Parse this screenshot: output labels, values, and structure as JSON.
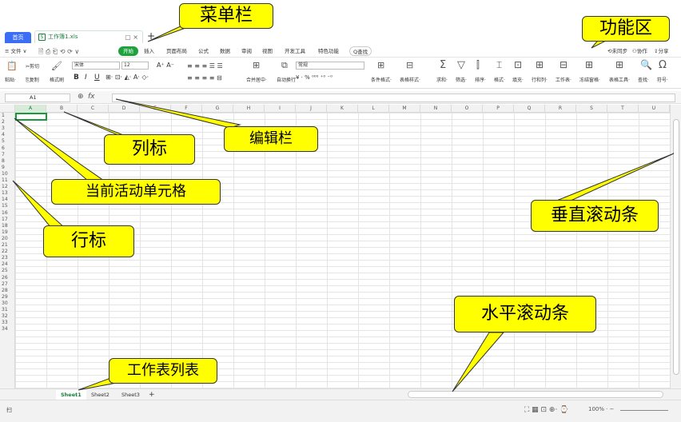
{
  "titlebar": {
    "home_tab": "首页",
    "doc_tab": "工作簿1.xls",
    "doc_icon": "S",
    "tab_controls": "▢ ×",
    "new_tab": "+"
  },
  "menubar": {
    "file": "≡ 文件 ∨",
    "items": [
      "开始",
      "插入",
      "页面布局",
      "公式",
      "数据",
      "审阅",
      "视图",
      "开发工具",
      "特色功能"
    ],
    "search": "Q查找",
    "right": [
      "⟲未同步",
      "⚇协作",
      "⇪分享"
    ]
  },
  "ribbon": {
    "paste": "粘贴·",
    "cut": "✂剪切",
    "copy": "⎘复制",
    "format_painter": "格式刷",
    "font_name": "宋体",
    "font_size": "12",
    "bold": "B",
    "italic": "I",
    "underline": "U",
    "merge": "合并居中·",
    "wrap": "自动换行",
    "number_format": "常规",
    "currency": "¥ · % ⁰⁰⁰ ⁺⁰ ⁻⁰",
    "cond_format": "条件格式·",
    "table_style": "表格样式·",
    "right_items": [
      "求和·",
      "筛选·",
      "排序·",
      "格式·",
      "填充·",
      "行和列·",
      "工作表·",
      "冻结窗格·",
      "表格工具·",
      "查找·",
      "符号·"
    ]
  },
  "formula_bar": {
    "cell_ref": "A1",
    "fx": "fx",
    "zoom_icon": "⊕",
    "value": ""
  },
  "grid": {
    "columns": [
      "A",
      "B",
      "C",
      "D",
      "E",
      "F",
      "G",
      "H",
      "I",
      "J",
      "K",
      "L",
      "M",
      "N",
      "O",
      "P",
      "Q",
      "R",
      "S",
      "T",
      "U"
    ],
    "rows": [
      "1",
      "2",
      "3",
      "4",
      "5",
      "6",
      "7",
      "8",
      "9",
      "10",
      "11",
      "12",
      "13",
      "14",
      "15",
      "16",
      "17",
      "18",
      "19",
      "20",
      "21",
      "22",
      "23",
      "24",
      "25",
      "26",
      "27",
      "28",
      "29",
      "30",
      "31",
      "32",
      "33",
      "34"
    ],
    "active_cell": "A1"
  },
  "sheets": {
    "tabs": [
      "Sheet1",
      "Sheet2",
      "Sheet3"
    ],
    "active": "Sheet1",
    "add": "+"
  },
  "statusbar": {
    "left": "扫",
    "zoom": "100%",
    "zoom_controls": "·  −"
  },
  "annotations": {
    "menu_bar": "菜单栏",
    "ribbon": "功能区",
    "formula_bar": "编辑栏",
    "column_header": "列标",
    "active_cell": "当前活动单元格",
    "row_header": "行标",
    "vertical_scrollbar": "垂直滚动条",
    "horizontal_scrollbar": "水平滚动条",
    "sheet_list": "工作表列表"
  },
  "colors": {
    "accent_green": "#1fa23d",
    "home_blue": "#3c6ef5",
    "callout_yellow": "#ffff00"
  }
}
